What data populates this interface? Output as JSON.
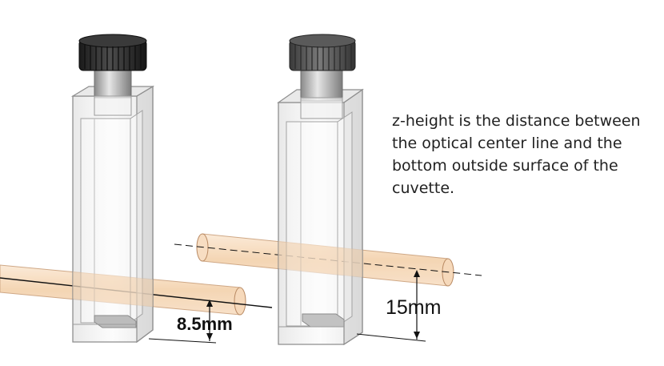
{
  "caption": {
    "text": "z-height is the distance between the optical center line and the bottom outside surface of the cuvette."
  },
  "dimensions": {
    "left_label": "8.5mm",
    "right_label": "15mm"
  },
  "colors": {
    "beam": "#f3cfa7",
    "beam_edge": "#cc9f76",
    "cap": "#262626",
    "cap_right": "#4a4a4a",
    "glass": "#d9d9d9"
  },
  "icons": [
    "cuvette-left",
    "cuvette-right",
    "light-beam-left",
    "light-beam-right"
  ]
}
